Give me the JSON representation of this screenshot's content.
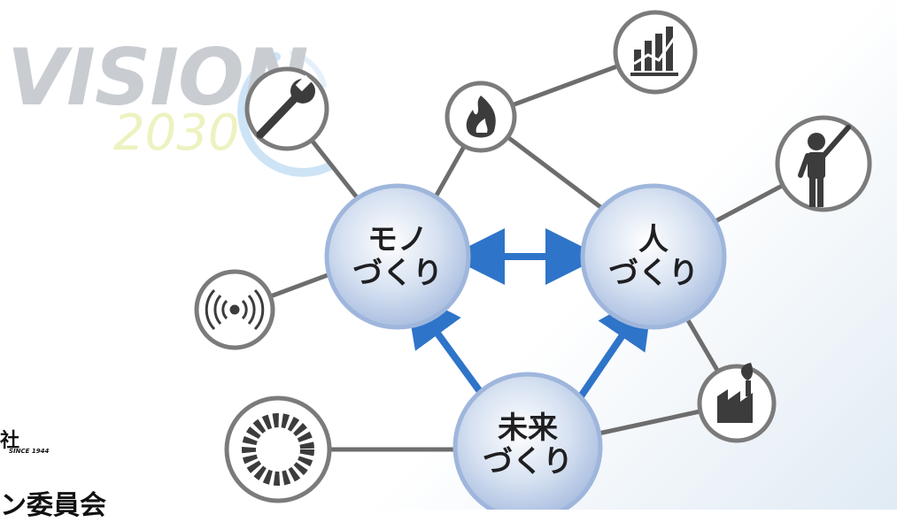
{
  "logo": {
    "word": "VISION",
    "year": "2030"
  },
  "hubs": {
    "mono": {
      "line1": "モノ",
      "line2": "づくり"
    },
    "hito": {
      "line1": "人",
      "line2": "づくり"
    },
    "mirai": {
      "line1": "未来",
      "line2": "づくり"
    }
  },
  "icons": [
    "wrench-icon",
    "flame-icon",
    "bar-chart-icon",
    "person-icon",
    "wireless-signal-icon",
    "factory-leaf-icon",
    "gear-ring-icon"
  ],
  "footer": {
    "company_fragment": "社",
    "since_text": "SINCE 1944",
    "committee_fragment": "ン委員会"
  },
  "colors": {
    "arrow": "#2e74c9",
    "hub_fill": "#a9bde0",
    "node_ring": "#7b7b7b",
    "connector": "#6d6d6d",
    "icon": "#3c3c3c"
  }
}
